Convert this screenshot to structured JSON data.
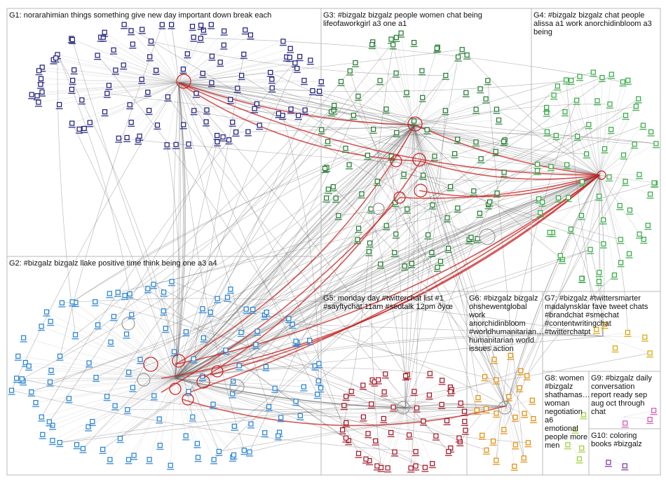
{
  "groups": [
    {
      "id": "G1",
      "label_lines": [
        "G1: norarahimian things something give new day important down break each"
      ],
      "color": "#1a1a7a"
    },
    {
      "id": "G2",
      "label_lines": [
        "G2: #bizgalz bizgalz llake positive time think being one a3 a4"
      ],
      "color": "#1f7fd1"
    },
    {
      "id": "G3",
      "label_lines": [
        "G3: #bizgalz bizgalz people women chat being",
        "lifeofaworkgirl a3 one a1"
      ],
      "color": "#1e7a2e"
    },
    {
      "id": "G4",
      "label_lines": [
        "G4: #bizgalz bizgalz chat people",
        "alissa a1 work anorchidinbloom a3",
        "being"
      ],
      "color": "#2fa83f"
    },
    {
      "id": "G5",
      "label_lines": [
        "G5: monday day #twitterchat list #1",
        "#sayftychat 11am #seotalk 12pm ðÿœ"
      ],
      "color": "#a01020"
    },
    {
      "id": "G6",
      "label_lines": [
        "G6: #bizgalz bizgalz",
        "ohshewentglobal",
        "work",
        "anorchidinbloom",
        "#worldhumanitarian…",
        "humanitarian world",
        "issues action"
      ],
      "color": "#e08a00"
    },
    {
      "id": "G7",
      "label_lines": [
        "G7: #bizgalz #twittersmarter",
        "madalynsklar fave tweet chats",
        "#brandchat #smechat",
        "#contentwritingchat",
        "#twitterchatpt"
      ],
      "color": "#d8a400"
    },
    {
      "id": "G8",
      "label_lines": [
        "G8: women",
        "#bizgalz",
        "shathamas…",
        "woman",
        "negotiation",
        "a6",
        "emotional",
        "people more",
        "men"
      ],
      "color": "#9acd32"
    },
    {
      "id": "G9",
      "label_lines": [
        "G9: #bizgalz daily",
        "conversation",
        "report ready sep",
        "aug oct through",
        "chat"
      ],
      "color": "#d44fb0"
    },
    {
      "id": "G10",
      "label_lines": [
        "G10: coloring",
        "books #bizgalz"
      ],
      "color": "#7a2fa0"
    }
  ]
}
